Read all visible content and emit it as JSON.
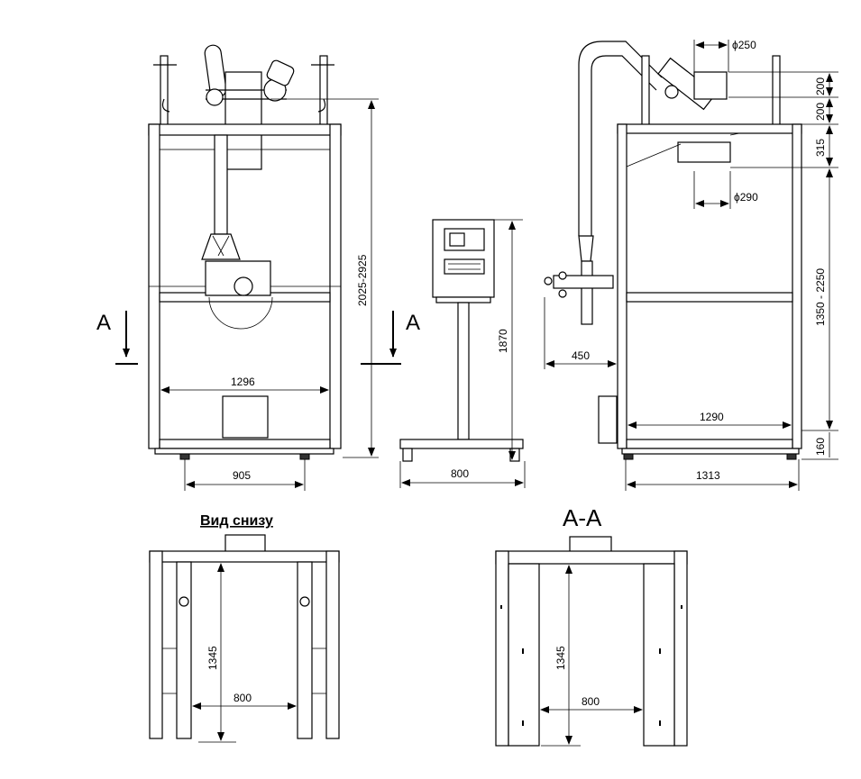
{
  "front_view": {
    "section_letter_left": "A",
    "section_letter_right": "A",
    "dim_height": "2025-2925",
    "dim_inner_width": "1296",
    "dim_foot_width": "905"
  },
  "panel_view": {
    "dim_height": "1870",
    "dim_base_width": "800"
  },
  "side_view": {
    "dim_diameter_top": "ϕ250",
    "dim_diameter_bottom": "ϕ290",
    "dim_200_a": "200",
    "dim_200_b": "200",
    "dim_315": "315",
    "dim_frame_height": "1350 - 2250",
    "dim_160": "160",
    "dim_offset": "450",
    "dim_inner_width": "1290",
    "dim_outer_width": "1313"
  },
  "bottom_view": {
    "title": "Вид снизу",
    "dim_depth": "1345",
    "dim_width": "800"
  },
  "section_view": {
    "title": "A-A",
    "dim_depth": "1345",
    "dim_width": "800"
  }
}
